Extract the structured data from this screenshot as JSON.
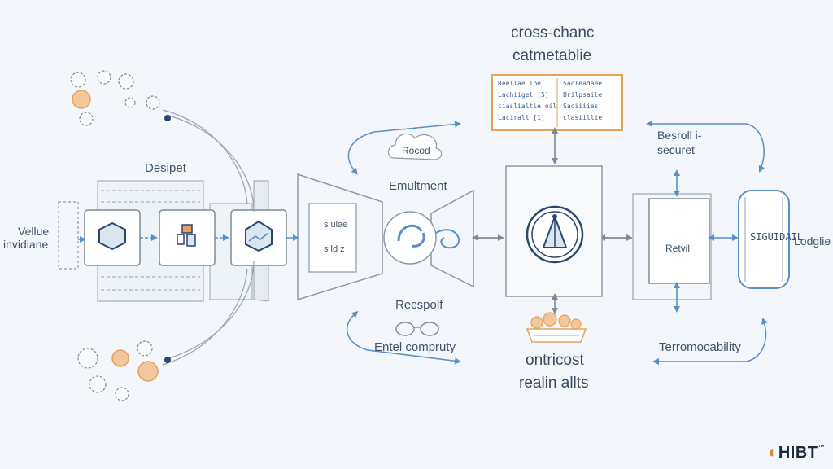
{
  "labels": {
    "title_line1": "cross-chanc",
    "title_line2": "catmetablie",
    "values_input_line1": "Vellue",
    "values_input_line2": "invidiane",
    "despet": "Desipet",
    "emultment": "Emultment",
    "rocod": "Rocod",
    "recspolf": "Recspolf",
    "entel_compruty": "Entel compruty",
    "central_box": "s ulae",
    "central_box2": "s ld z",
    "ontricost_line1": "ontricost",
    "ontricost_line2": "realin allts",
    "besroll_line1": "Besroll i-",
    "besroll_line2": "securet",
    "retvil": "Retvil",
    "siguidal": "SIGUIDAIL",
    "terromocability": "Terromocability",
    "lodglie": "Lodglie",
    "brand": "HIBT",
    "brand_tm": "™"
  },
  "table_tiles": [
    "Reeliae Ibe",
    "Sacreadaee",
    "Lachiigel [5]",
    "Brilpsaile",
    "ciaslialtie oil",
    "Saciiiies",
    "Lacirall [1]",
    "clasiillie"
  ],
  "colors": {
    "accent_blue": "#5a8fc6",
    "line_gray": "#8e98a4",
    "orange": "#e6a15e",
    "navy": "#2b4670"
  }
}
